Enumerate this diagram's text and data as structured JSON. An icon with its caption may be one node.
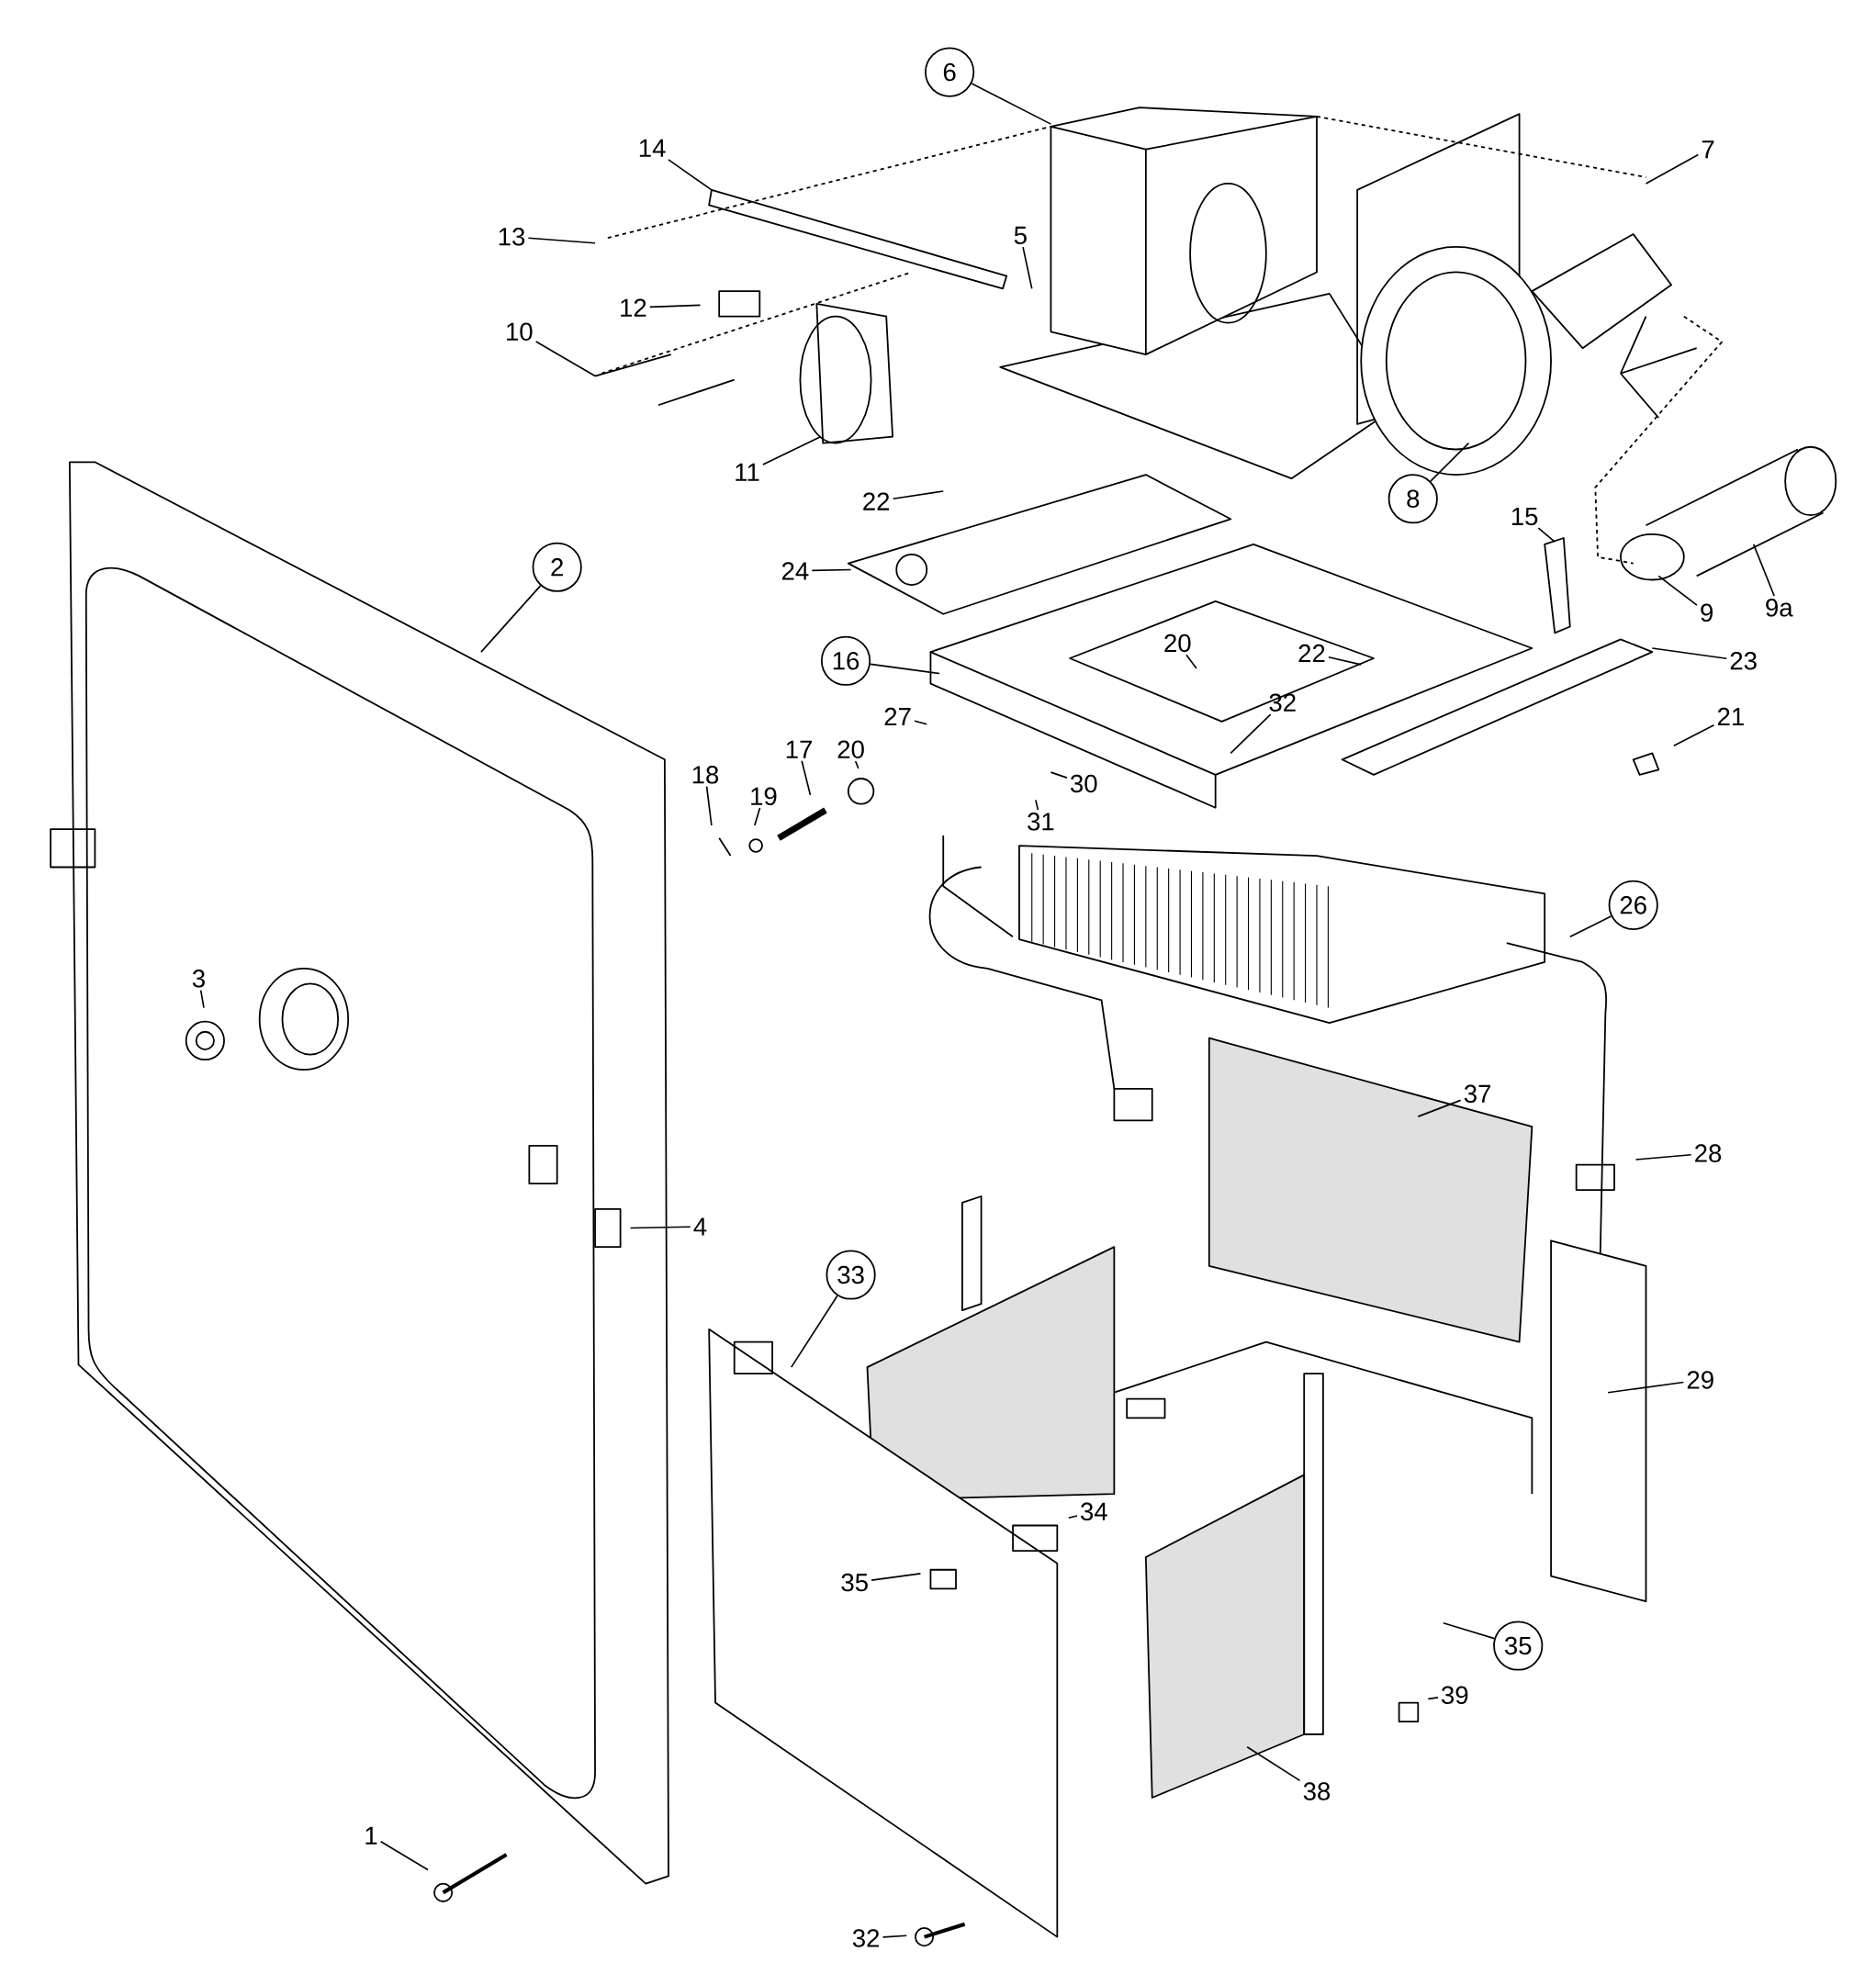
{
  "diagram": {
    "nodes": [
      {
        "text": [
          "6"
        ]
      },
      {
        "text": [
          "14"
        ]
      },
      {
        "text": [
          "7"
        ]
      },
      {
        "text": [
          "5"
        ]
      },
      {
        "text": [
          "13"
        ]
      },
      {
        "text": [
          "12"
        ]
      },
      {
        "text": [
          "10"
        ]
      },
      {
        "text": [
          "11"
        ]
      },
      {
        "text": [
          "8"
        ]
      },
      {
        "text": [
          "22"
        ]
      },
      {
        "text": [
          "15"
        ]
      },
      {
        "text": [
          "2"
        ]
      },
      {
        "text": [
          "24"
        ]
      },
      {
        "text": [
          "9"
        ]
      },
      {
        "text": [
          "9a"
        ]
      },
      {
        "text": [
          "20"
        ]
      },
      {
        "text": [
          "22"
        ]
      },
      {
        "text": [
          "16"
        ]
      },
      {
        "text": [
          "23"
        ]
      },
      {
        "text": [
          "32"
        ]
      },
      {
        "text": [
          "27"
        ]
      },
      {
        "text": [
          "21"
        ]
      },
      {
        "text": [
          "17"
        ]
      },
      {
        "text": [
          "20"
        ]
      },
      {
        "text": [
          "18"
        ]
      },
      {
        "text": [
          "30"
        ]
      },
      {
        "text": [
          "19"
        ]
      },
      {
        "text": [
          "31"
        ]
      },
      {
        "text": [
          "26"
        ]
      },
      {
        "text": [
          "3"
        ]
      },
      {
        "text": [
          "37"
        ]
      },
      {
        "text": [
          "28"
        ]
      },
      {
        "text": [
          "4"
        ]
      },
      {
        "text": [
          "33"
        ]
      },
      {
        "text": [
          "29"
        ]
      },
      {
        "text": [
          "34"
        ]
      },
      {
        "text": [
          "35"
        ]
      },
      {
        "text": [
          "35"
        ]
      },
      {
        "text": [
          "39"
        ]
      },
      {
        "text": [
          "38"
        ]
      },
      {
        "text": [
          "1"
        ]
      },
      {
        "text": [
          "32"
        ]
      }
    ],
    "edges": [
      {
        "from": 0,
        "to": null,
        "arrow": "none"
      },
      {
        "from": 1,
        "to": null,
        "arrow": "none"
      },
      {
        "from": 2,
        "to": null,
        "arrow": "none"
      },
      {
        "from": 3,
        "to": null,
        "arrow": "none"
      },
      {
        "from": 4,
        "to": null,
        "arrow": "none"
      },
      {
        "from": 5,
        "to": null,
        "arrow": "none"
      },
      {
        "from": 6,
        "to": null,
        "arrow": "none"
      },
      {
        "from": 7,
        "to": null,
        "arrow": "none"
      },
      {
        "from": 8,
        "to": null,
        "arrow": "none"
      },
      {
        "from": 9,
        "to": null,
        "arrow": "none"
      },
      {
        "from": 10,
        "to": null,
        "arrow": "none"
      },
      {
        "from": 11,
        "to": null,
        "arrow": "none"
      },
      {
        "from": 12,
        "to": null,
        "arrow": "none"
      },
      {
        "from": 13,
        "to": null,
        "arrow": "none"
      },
      {
        "from": 14,
        "to": null,
        "arrow": "none"
      },
      {
        "from": 15,
        "to": null,
        "arrow": "none"
      },
      {
        "from": 16,
        "to": null,
        "arrow": "none"
      },
      {
        "from": 17,
        "to": null,
        "arrow": "none"
      },
      {
        "from": 18,
        "to": null,
        "arrow": "none"
      },
      {
        "from": 19,
        "to": null,
        "arrow": "none"
      },
      {
        "from": 20,
        "to": null,
        "arrow": "none"
      },
      {
        "from": 21,
        "to": null,
        "arrow": "none"
      },
      {
        "from": 22,
        "to": null,
        "arrow": "none"
      },
      {
        "from": 23,
        "to": null,
        "arrow": "none"
      },
      {
        "from": 24,
        "to": null,
        "arrow": "none"
      },
      {
        "from": 25,
        "to": null,
        "arrow": "none"
      },
      {
        "from": 26,
        "to": null,
        "arrow": "none"
      },
      {
        "from": 27,
        "to": null,
        "arrow": "none"
      },
      {
        "from": 28,
        "to": null,
        "arrow": "none"
      },
      {
        "from": 29,
        "to": null,
        "arrow": "none"
      },
      {
        "from": 30,
        "to": null,
        "arrow": "none"
      },
      {
        "from": 31,
        "to": null,
        "arrow": "none"
      },
      {
        "from": 32,
        "to": null,
        "arrow": "none"
      },
      {
        "from": 33,
        "to": null,
        "arrow": "none"
      },
      {
        "from": 34,
        "to": null,
        "arrow": "none"
      },
      {
        "from": 35,
        "to": null,
        "arrow": "none"
      },
      {
        "from": 36,
        "to": null,
        "arrow": "none"
      },
      {
        "from": 37,
        "to": null,
        "arrow": "none"
      },
      {
        "from": 38,
        "to": null,
        "arrow": "none"
      },
      {
        "from": 39,
        "to": null,
        "arrow": "none"
      },
      {
        "from": 40,
        "to": null,
        "arrow": "none"
      },
      {
        "from": 41,
        "to": null,
        "arrow": "none"
      }
    ]
  }
}
